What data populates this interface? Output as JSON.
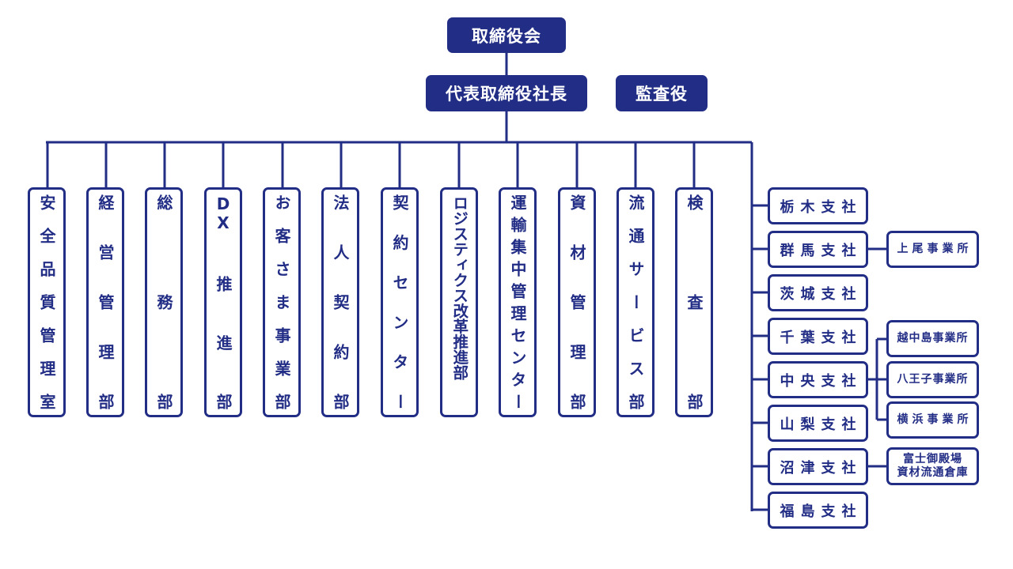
{
  "top": {
    "board": "取締役会",
    "president": "代表取締役社長",
    "auditor": "監査役"
  },
  "departments": [
    "安全品質管理室",
    "経営管理部",
    "総務部",
    "DX推進部",
    "お客さま事業部",
    "法人契約部",
    "契約センター",
    "ロジスティクス改革推進部",
    "運輸集中管理センター",
    "資材管理部",
    "流通サービス部",
    "検査部"
  ],
  "branches": [
    "栃木支社",
    "群馬支社",
    "茨城支社",
    "千葉支社",
    "中央支社",
    "山梨支社",
    "沼津支社",
    "福島支社"
  ],
  "offices": {
    "gunma": "上尾事業所",
    "chuo_1": "越中島事業所",
    "chuo_2": "八王子事業所",
    "chuo_3": "横浜事業所",
    "numazu_line1": "富士御殿場",
    "numazu_line2": "資材流通倉庫"
  },
  "colors": {
    "primary": "#222d85",
    "background": "#ffffff"
  }
}
